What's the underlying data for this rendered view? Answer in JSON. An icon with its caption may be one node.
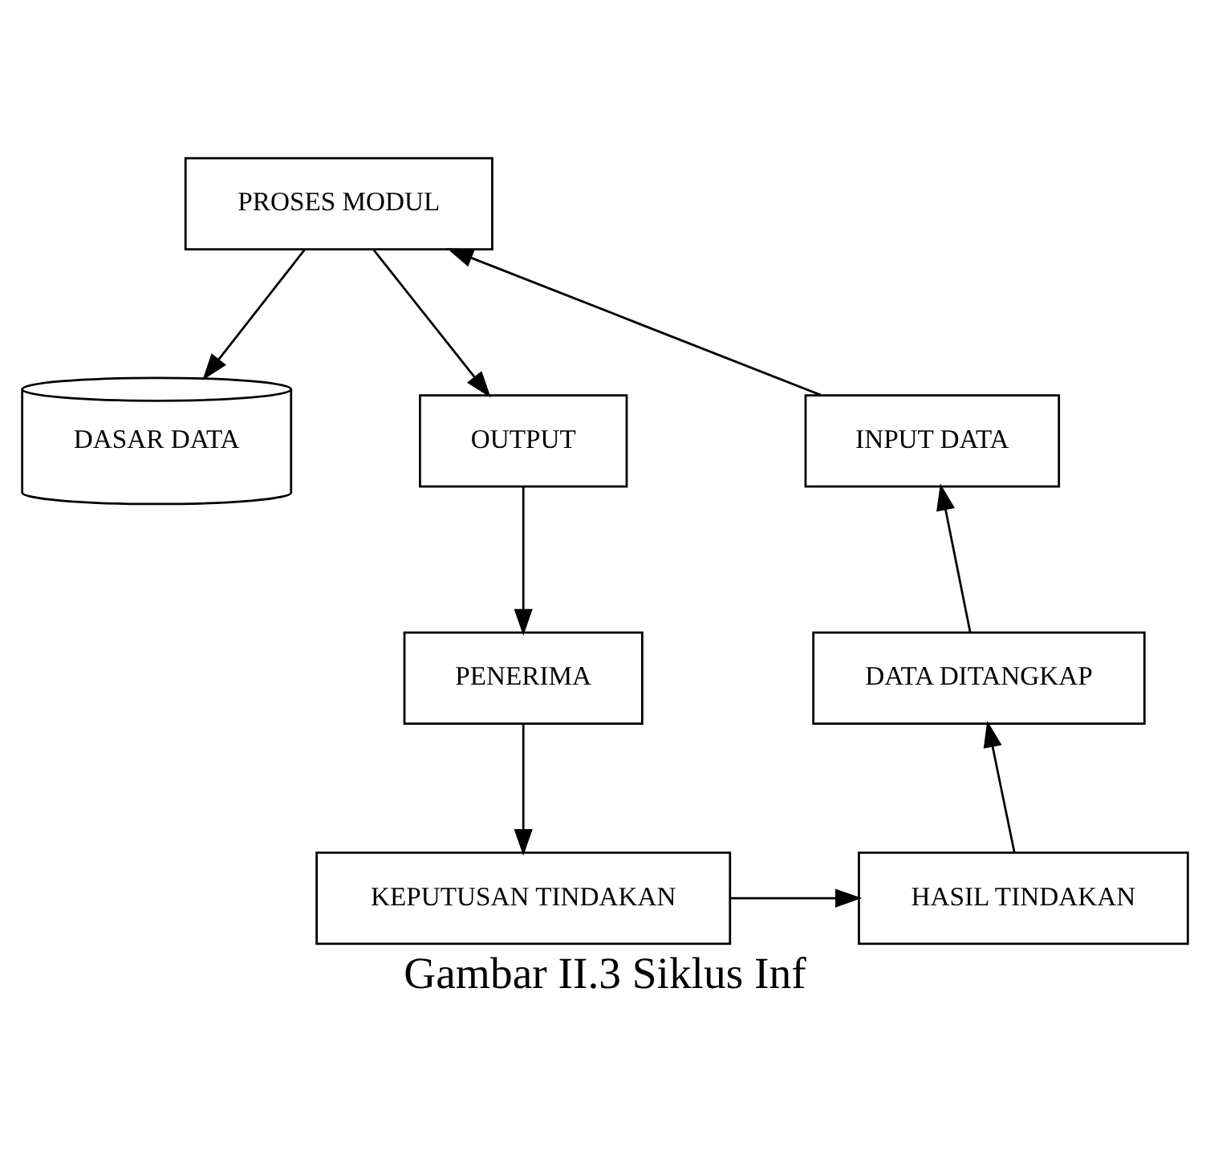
{
  "diagram": {
    "caption": "Gambar II.3 Siklus Inf",
    "nodes": [
      {
        "text": [
          "PROSES MODUL"
        ]
      },
      {
        "text": [
          "INPUT DATA"
        ]
      },
      {
        "text": [
          "DASAR DATA"
        ]
      },
      {
        "text": [
          "OUTPUT"
        ]
      },
      {
        "text": [
          "DATA DITANGKAP"
        ]
      },
      {
        "text": [
          "PENERIMA"
        ]
      },
      {
        "text": [
          "HASIL TINDAKAN"
        ]
      },
      {
        "text": [
          "KEPUTUSAN TINDAKAN"
        ]
      }
    ],
    "edges": [
      {
        "from": 1,
        "to": 0,
        "arrow": "to"
      },
      {
        "from": 0,
        "to": 2,
        "arrow": "to"
      },
      {
        "from": 0,
        "to": 3,
        "arrow": "to"
      },
      {
        "from": 3,
        "to": 5,
        "arrow": "to"
      },
      {
        "from": 5,
        "to": 7,
        "arrow": "to"
      },
      {
        "from": 7,
        "to": 6,
        "arrow": "to"
      },
      {
        "from": 6,
        "to": 4,
        "arrow": "to"
      },
      {
        "from": 4,
        "to": 1,
        "arrow": "to"
      }
    ]
  }
}
